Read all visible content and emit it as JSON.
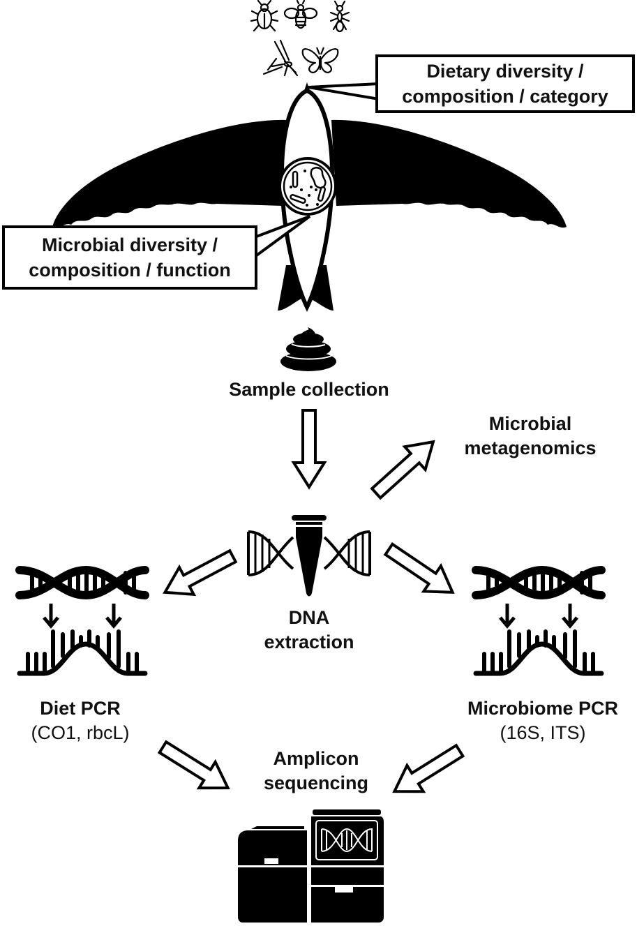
{
  "callouts": {
    "diet": {
      "line1": "Dietary diversity /",
      "line2": "composition / category"
    },
    "microbial": {
      "line1": "Microbial diversity /",
      "line2": "composition / function"
    }
  },
  "steps": {
    "sample_collection": "Sample collection",
    "metagenomics": {
      "line1": "Microbial",
      "line2": "metagenomics"
    },
    "dna_extraction": {
      "line1": "DNA",
      "line2": "extraction"
    },
    "diet_pcr": {
      "title": "Diet PCR",
      "markers": "(CO1, rbcL)"
    },
    "microbiome_pcr": {
      "title": "Microbiome PCR",
      "markers": "(16S, ITS)"
    },
    "amplicon": {
      "line1": "Amplicon",
      "line2": "sequencing"
    }
  },
  "icons": [
    "beetle-icon",
    "bee-icon",
    "ant-icon",
    "mosquito-icon",
    "butterfly-icon",
    "swallow-bird-icon",
    "microbe-cell-icon",
    "feces-icon",
    "dna-tube-icon",
    "dna-pcr-icon",
    "sequencer-icon"
  ],
  "colors": {
    "ink": "#000000",
    "background": "#ffffff"
  }
}
